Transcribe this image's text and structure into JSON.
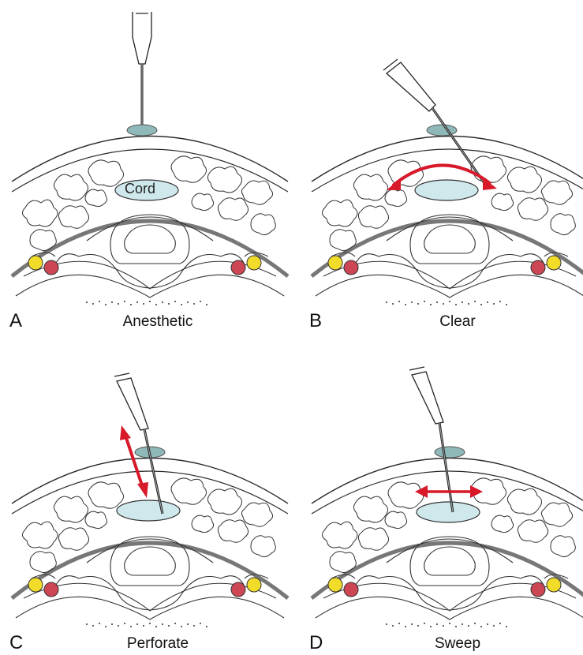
{
  "panels": [
    {
      "letter": "A",
      "caption": "Anesthetic",
      "cord_label": "Cord"
    },
    {
      "letter": "B",
      "caption": "Clear"
    },
    {
      "letter": "C",
      "caption": "Perforate"
    },
    {
      "letter": "D",
      "caption": "Sweep"
    }
  ],
  "colors": {
    "cord_fill": "#cfe8ec",
    "wheal_fill": "#8fb8b8",
    "arrow": "#d7192a",
    "vessel_yellow": "#f2dc2a",
    "vessel_red": "#cc4653",
    "outline": "#2a2a2a"
  }
}
